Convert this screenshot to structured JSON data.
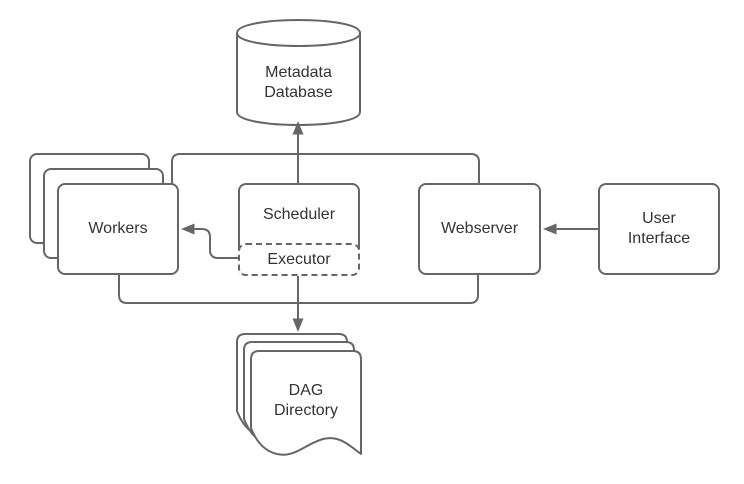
{
  "diagram": {
    "nodes": {
      "metadata_database": {
        "label": "Metadata\nDatabase",
        "shape": "cylinder"
      },
      "workers": {
        "label": "Workers",
        "shape": "stacked-rectangle"
      },
      "scheduler": {
        "label": "Scheduler",
        "shape": "rectangle"
      },
      "executor": {
        "label": "Executor",
        "shape": "dashed-rectangle",
        "nested_in": "scheduler"
      },
      "webserver": {
        "label": "Webserver",
        "shape": "rectangle"
      },
      "user_interface": {
        "label": "User\nInterface",
        "shape": "rectangle"
      },
      "dag_directory": {
        "label": "DAG\nDirectory",
        "shape": "stacked-document"
      }
    },
    "edges": [
      {
        "from": "scheduler",
        "to": "metadata_database",
        "arrow": true
      },
      {
        "from": "workers",
        "to": "metadata_database",
        "via": "top-connector",
        "arrow": true
      },
      {
        "from": "webserver",
        "to": "metadata_database",
        "via": "top-connector",
        "arrow": true
      },
      {
        "from": "executor",
        "to": "workers",
        "arrow": true
      },
      {
        "from": "user_interface",
        "to": "webserver",
        "arrow": true
      },
      {
        "from": "executor",
        "to": "dag_directory",
        "arrow": true
      },
      {
        "from": "workers",
        "to": "dag_directory",
        "via": "bottom-connector",
        "arrow": true
      },
      {
        "from": "webserver",
        "to": "dag_directory",
        "via": "bottom-connector",
        "arrow": true
      }
    ],
    "colors": {
      "stroke": "#666666",
      "fill": "#ffffff",
      "text": "#333333",
      "background": "#ffffff"
    }
  }
}
